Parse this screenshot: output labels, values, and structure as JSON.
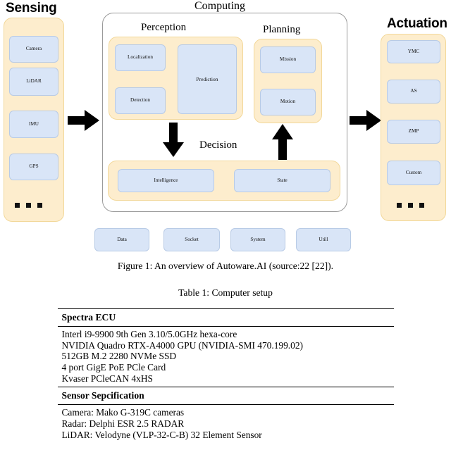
{
  "figure": {
    "caption": "Figure 1: An overview of Autoware.AI (source:22 [22]).",
    "sensing": {
      "title": "Sensing",
      "items": [
        "Camera",
        "LiDAR",
        "IMU",
        "GPS"
      ],
      "ellipsis": "■ ■ ■"
    },
    "computing": {
      "title": "Computing",
      "perception": {
        "title": "Perception",
        "items": [
          "Localization",
          "Detection",
          "Prediction"
        ]
      },
      "planning": {
        "title": "Planning",
        "items": [
          "Mission",
          "Motion"
        ]
      },
      "decision": {
        "title": "Decision",
        "items": [
          "Intelligence",
          "State"
        ]
      }
    },
    "actuation": {
      "title": "Actuation",
      "items": [
        "YMC",
        "AS",
        "ZMP",
        "Custom"
      ],
      "ellipsis": "■ ■ ■"
    },
    "bottom_modules": [
      "Data",
      "Socket",
      "System",
      "Utill"
    ],
    "colors": {
      "container_fill": "#fdedcd",
      "container_border": "#f2d89a",
      "leaf_fill": "#d9e5f7",
      "leaf_border": "#b8cbe6",
      "outer_border": "#9a9a9a",
      "arrow": "#000000"
    }
  },
  "table": {
    "caption": "Table 1: Computer setup",
    "sections": [
      {
        "header": "Spectra ECU",
        "rows": [
          "Interl i9-9900 9th Gen 3.10/5.0GHz hexa-core",
          "NVIDIA Quadro RTX-A4000 GPU (NVIDIA-SMI 470.199.02)",
          "512GB M.2 2280 NVMe SSD",
          "4 port GigE PoE PCle Card",
          "Kvaser PCleCAN 4xHS"
        ]
      },
      {
        "header": "Sensor Sepcification",
        "rows": [
          "Camera: Mako G-319C cameras",
          "Radar: Delphi ESR 2.5 RADAR",
          "LiDAR: Velodyne (VLP-32-C-B) 32 Element Sensor"
        ]
      }
    ]
  }
}
